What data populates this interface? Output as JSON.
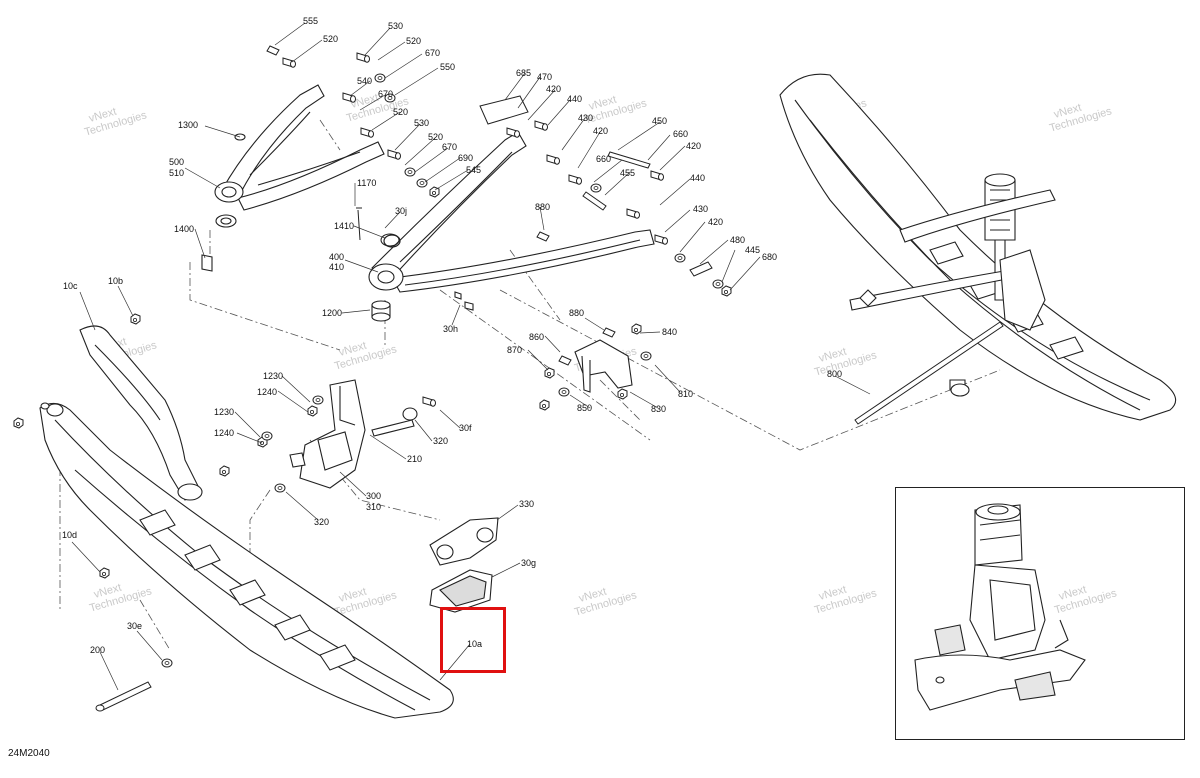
{
  "diagram": {
    "code": "24M2040",
    "watermark_line1": "vNext",
    "watermark_line2": "Technologies",
    "highlight_color": "#e01010",
    "highlight_part": "10a",
    "parts": [
      "555",
      "520",
      "530",
      "520",
      "670",
      "550",
      "540",
      "670",
      "520",
      "1300",
      "530",
      "520",
      "670",
      "690",
      "545",
      "500",
      "510",
      "1170",
      "30j",
      "1410",
      "1400",
      "685",
      "470",
      "420",
      "440",
      "430",
      "420",
      "450",
      "660",
      "420",
      "660",
      "455",
      "880",
      "440",
      "430",
      "420",
      "480",
      "445",
      "680",
      "400",
      "410",
      "1200",
      "30h",
      "10c",
      "10b",
      "880",
      "840",
      "860",
      "870",
      "810",
      "850",
      "830",
      "1230",
      "1240",
      "1230",
      "1240",
      "30f",
      "320",
      "210",
      "300",
      "310",
      "320",
      "330",
      "30g",
      "10d",
      "10a",
      "30e",
      "200",
      "800"
    ]
  }
}
